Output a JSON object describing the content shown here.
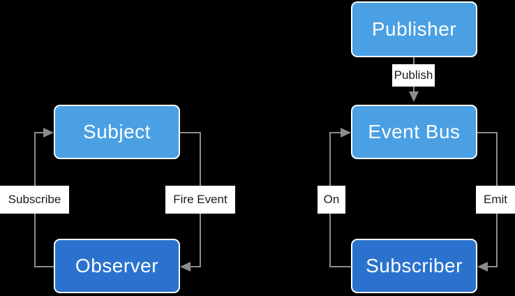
{
  "diagram": {
    "background": "#000000",
    "colors": {
      "node_light": "#4AA0E3",
      "node_dark": "#2B72CE",
      "node_border": "#FFFFFF",
      "node_text": "#FFFFFF",
      "line": "#8C8C8C",
      "label_bg": "#FFFFFF",
      "label_text": "#1A1A1A"
    },
    "observer_pattern": {
      "nodes": [
        {
          "id": "subject",
          "label": "Subject",
          "style": "light"
        },
        {
          "id": "observer",
          "label": "Observer",
          "style": "dark"
        }
      ],
      "edges": [
        {
          "label": "Subscribe",
          "from": "observer",
          "to": "subject"
        },
        {
          "label": "Fire Event",
          "from": "subject",
          "to": "observer"
        }
      ]
    },
    "pubsub_pattern": {
      "nodes": [
        {
          "id": "publisher",
          "label": "Publisher",
          "style": "light"
        },
        {
          "id": "event_bus",
          "label": "Event Bus",
          "style": "light"
        },
        {
          "id": "subscriber",
          "label": "Subscriber",
          "style": "dark"
        }
      ],
      "edges": [
        {
          "label": "Publish",
          "from": "publisher",
          "to": "event_bus"
        },
        {
          "label": "On",
          "from": "subscriber",
          "to": "event_bus"
        },
        {
          "label": "Emit",
          "from": "event_bus",
          "to": "subscriber"
        }
      ]
    }
  }
}
